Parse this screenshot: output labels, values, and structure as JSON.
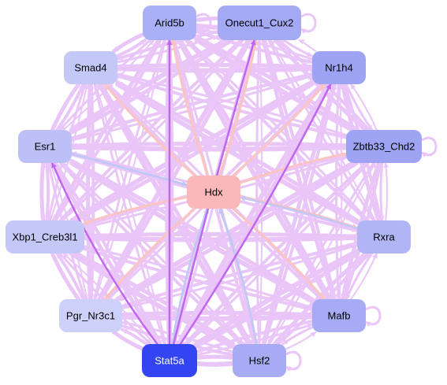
{
  "diagram": {
    "nodes": [
      {
        "id": "arid5b",
        "label": "Arid5b",
        "fill": "#aab0f5",
        "text": "#000000"
      },
      {
        "id": "onecut1",
        "label": "Onecut1_Cux2",
        "fill": "#a4a9f4",
        "text": "#000000"
      },
      {
        "id": "smad4",
        "label": "Smad4",
        "fill": "#c4c8f7",
        "text": "#000000"
      },
      {
        "id": "nr1h4",
        "label": "Nr1h4",
        "fill": "#9ea4f3",
        "text": "#000000"
      },
      {
        "id": "esr1",
        "label": "Esr1",
        "fill": "#bcc0f7",
        "text": "#000000"
      },
      {
        "id": "zbtb33",
        "label": "Zbtb33_Chd2",
        "fill": "#9ea4f3",
        "text": "#000000"
      },
      {
        "id": "hdx",
        "label": "Hdx",
        "fill": "#fbb8b8",
        "text": "#000000"
      },
      {
        "id": "xbp1",
        "label": "Xbp1_Creb3l1",
        "fill": "#c4c8f7",
        "text": "#000000"
      },
      {
        "id": "rxra",
        "label": "Rxra",
        "fill": "#b0b5f6",
        "text": "#000000"
      },
      {
        "id": "pgr",
        "label": "Pgr_Nr3c1",
        "fill": "#cdd0f8",
        "text": "#000000"
      },
      {
        "id": "mafb",
        "label": "Mafb",
        "fill": "#a6abf4",
        "text": "#000000"
      },
      {
        "id": "stat5a",
        "label": "Stat5a",
        "fill": "#3344f2",
        "text": "#ffffff"
      },
      {
        "id": "hsf2",
        "label": "Hsf2",
        "fill": "#a6abf4",
        "text": "#000000"
      }
    ],
    "edge_colors": {
      "lilac": "#e9c6f7",
      "violet": "#c166f0",
      "salmon": "#fbc4c0",
      "blue": "#c2c7f5"
    }
  }
}
